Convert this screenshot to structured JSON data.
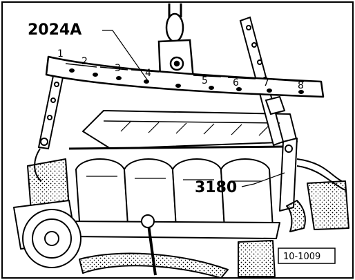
{
  "figure": {
    "callouts": [
      {
        "id": "tool-2024a",
        "text": "2024A"
      },
      {
        "id": "tool-3180",
        "text": "3180"
      }
    ],
    "hole_numbers": [
      "1",
      "2",
      "3",
      "4",
      "5",
      "6",
      "7",
      "8"
    ],
    "reference": "10-1009"
  },
  "colors": {
    "ink": "#000000",
    "paper": "#ffffff"
  }
}
